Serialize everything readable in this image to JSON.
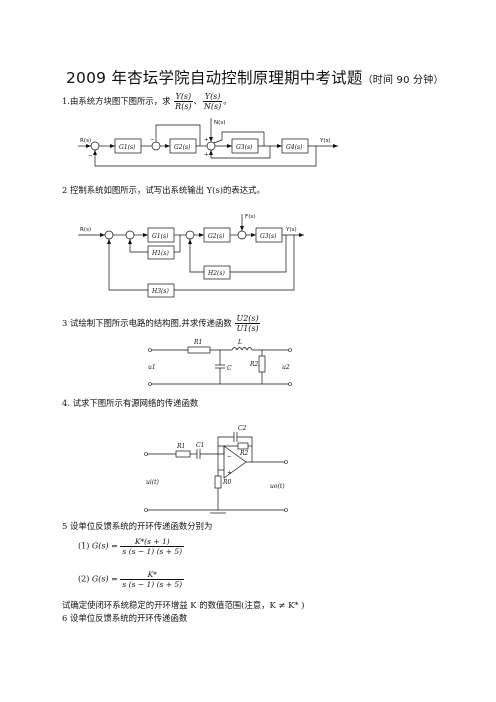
{
  "title": "2009 年杏坛学院自动控制原理期中考试题",
  "title_note": "（时间 90 分钟）",
  "q1": {
    "text": "1.由系统方块图下图所示，求",
    "frac1_num": "Y(s)",
    "frac1_den": "R(s)",
    "sep": "、",
    "frac2_num": "Y(s)",
    "frac2_den": "N(s)",
    "end": "。",
    "diagram": {
      "input": "R(s)",
      "output": "Y(s)",
      "disturbance": "N(s)",
      "blocks": [
        "G1(s)",
        "G2(s)",
        "G3(s)",
        "G4(s)"
      ],
      "minus": "−",
      "plus": "+"
    }
  },
  "q2": {
    "text": "2 控制系统如图所示，试写出系统输出 Y(s)的表达式。",
    "diagram": {
      "input": "R(s)",
      "output": "Y(s)",
      "disturbance": "F(s)",
      "blocks": [
        "G1(s)",
        "G2(s)",
        "G3(s)",
        "H1(s)",
        "H2(s)",
        "H3(s)"
      ]
    }
  },
  "q3": {
    "text": "3 试绘制下图所示电路的结构图,并求传递函数",
    "frac_num": "U2(s)",
    "frac_den": "U1(s)",
    "circuit": {
      "R1": "R1",
      "L": "L",
      "C": "C",
      "R2": "R2",
      "u1": "u1",
      "u2": "u2"
    }
  },
  "q4": {
    "text": "4.  试求下图所示有源网络的传递函数",
    "circuit": {
      "C2": "C2",
      "R1": "R1",
      "C1": "C1",
      "R2": "R2",
      "R0": "R0",
      "ui": "ui(t)",
      "uo": "uo(t)"
    }
  },
  "q5": {
    "text": "5 设单位反馈系统的开环传递函数分别为",
    "eq1": {
      "label": "(1)",
      "lhs": "G(s) =",
      "num": "K*(s + 1)",
      "den": "s (s − 1) (s + 5)"
    },
    "eq2": {
      "label": "(2)",
      "lhs": "G(s) =",
      "num": "K*",
      "den": "s (s − 1) (s + 5)"
    },
    "condition": "试确定使闭环系统稳定的开环增益 K 的数值范围(注意，K ≠ K* )"
  },
  "q6": {
    "text": "6 设单位反馈系统的开环传递函数"
  }
}
